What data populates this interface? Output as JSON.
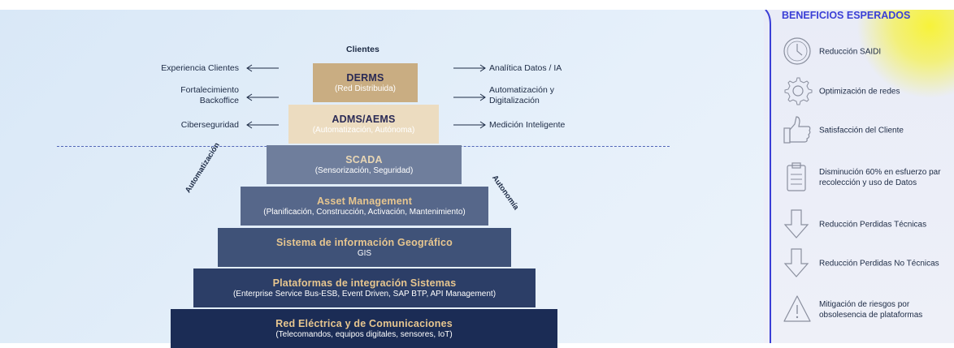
{
  "diagram": {
    "top_label": "Clientes",
    "left_labels": [
      "Experiencia Clientes",
      "Fortalecimiento\nBackoffice",
      "Ciberseguridad"
    ],
    "right_labels": [
      "Analítica Datos / IA",
      "Automatización y\nDigitalización",
      "Medición Inteligente"
    ],
    "side_left": "Automatización",
    "side_right": "Autonomía",
    "tiers": [
      {
        "title": "DERMS",
        "subtitle": "(Red Distribuida)",
        "bg": "#c9ad82",
        "title_color": "#2a2a55",
        "sub_color": "#ffffff"
      },
      {
        "title": "ADMS/AEMS",
        "subtitle": "(Automatización, Autónoma)",
        "bg": "#ecdcc0",
        "title_color": "#2a2a55",
        "sub_color": "#ffffff"
      },
      {
        "title": "SCADA",
        "subtitle": "(Sensorización, Seguridad)",
        "bg": "#6f7e9c",
        "title_color": "#e8d6b4",
        "sub_color": "#ffffff"
      },
      {
        "title": "Asset Management",
        "subtitle": "(Planificación, Construcción, Activación, Mantenimiento)",
        "bg": "#56678a",
        "title_color": "#e7c68f",
        "sub_color": "#ffffff"
      },
      {
        "title": "Sistema de información Geográfico",
        "subtitle": "GIS",
        "bg": "#3f5278",
        "title_color": "#e7c68f",
        "sub_color": "#ffffff"
      },
      {
        "title": "Plataformas de integración Sistemas",
        "subtitle": "(Enterprise Service Bus-ESB, Event Driven, SAP BTP, API Management)",
        "bg": "#2c3e67",
        "title_color": "#e7c68f",
        "sub_color": "#ffffff"
      },
      {
        "title": "Red Eléctrica y de Comunicaciones",
        "subtitle": "(Telecomandos, equipos digitales, sensores, IoT)",
        "bg": "#1b2c55",
        "title_color": "#e7c68f",
        "sub_color": "#ffffff"
      }
    ]
  },
  "benefits": {
    "title": "BENEFICIOS ESPERADOS",
    "items": [
      {
        "icon": "clock-icon",
        "text": "Reducción SAIDI"
      },
      {
        "icon": "gear-icon",
        "text": "Optimización de redes"
      },
      {
        "icon": "thumbs-up-icon",
        "text": "Satisfacción del Cliente"
      },
      {
        "icon": "clipboard-icon",
        "text": "Disminución 60% en esfuerzo par\nrecolección y uso de Datos"
      },
      {
        "icon": "arrow-down-icon",
        "text": "Reducción Perdidas Técnicas"
      },
      {
        "icon": "arrow-down-icon",
        "text": "Reducción Perdidas No Técnicas"
      },
      {
        "icon": "warning-icon",
        "text": "Mitigación de riesgos por\nobsolesencia de plataformas"
      }
    ]
  }
}
